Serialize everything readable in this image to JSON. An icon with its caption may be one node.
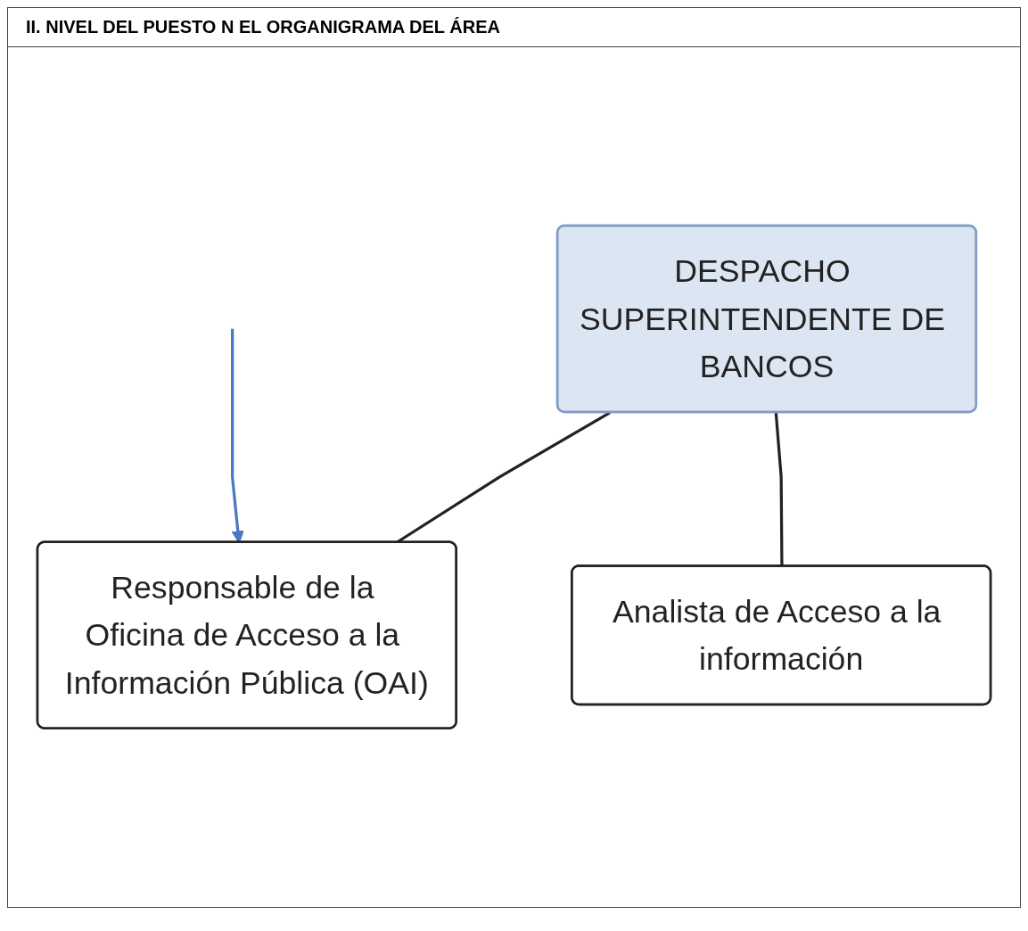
{
  "diagram": {
    "title": "II. NIVEL DEL PUESTO N EL ORGANIGRAMA DEL ÁREA",
    "nodes": [
      {
        "text": [
          "DESPACHO SUPERINTENDENTE DE BANCOS"
        ]
      },
      {
        "text": [
          "Responsable de la Oficina de Acceso a la Información Pública (OAI)"
        ]
      },
      {
        "text": [
          "Analista de Acceso a la información"
        ]
      }
    ],
    "edges": [
      {
        "from": 0,
        "to": 1,
        "arrow": "none"
      },
      {
        "from": 0,
        "to": 2,
        "arrow": "none"
      },
      {
        "from": null,
        "to": 1,
        "arrow": "to",
        "color": "#4a78c2"
      }
    ]
  }
}
